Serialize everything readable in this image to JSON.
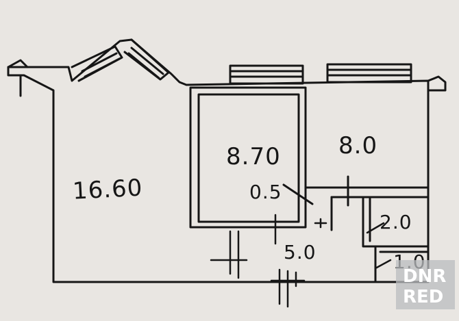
{
  "rooms": {
    "living_room": "16.60",
    "room_center": "8.70",
    "room_right": "8.0",
    "closet": "0.5",
    "hall": "5.0",
    "bathroom": "2.0",
    "toilet": "1.0"
  },
  "watermark": {
    "line1": "DNR",
    "line2": "RED"
  },
  "colors": {
    "paper": "#e9e6e2",
    "ink": "#161616",
    "watermark_bg": "#b9bcbf"
  }
}
